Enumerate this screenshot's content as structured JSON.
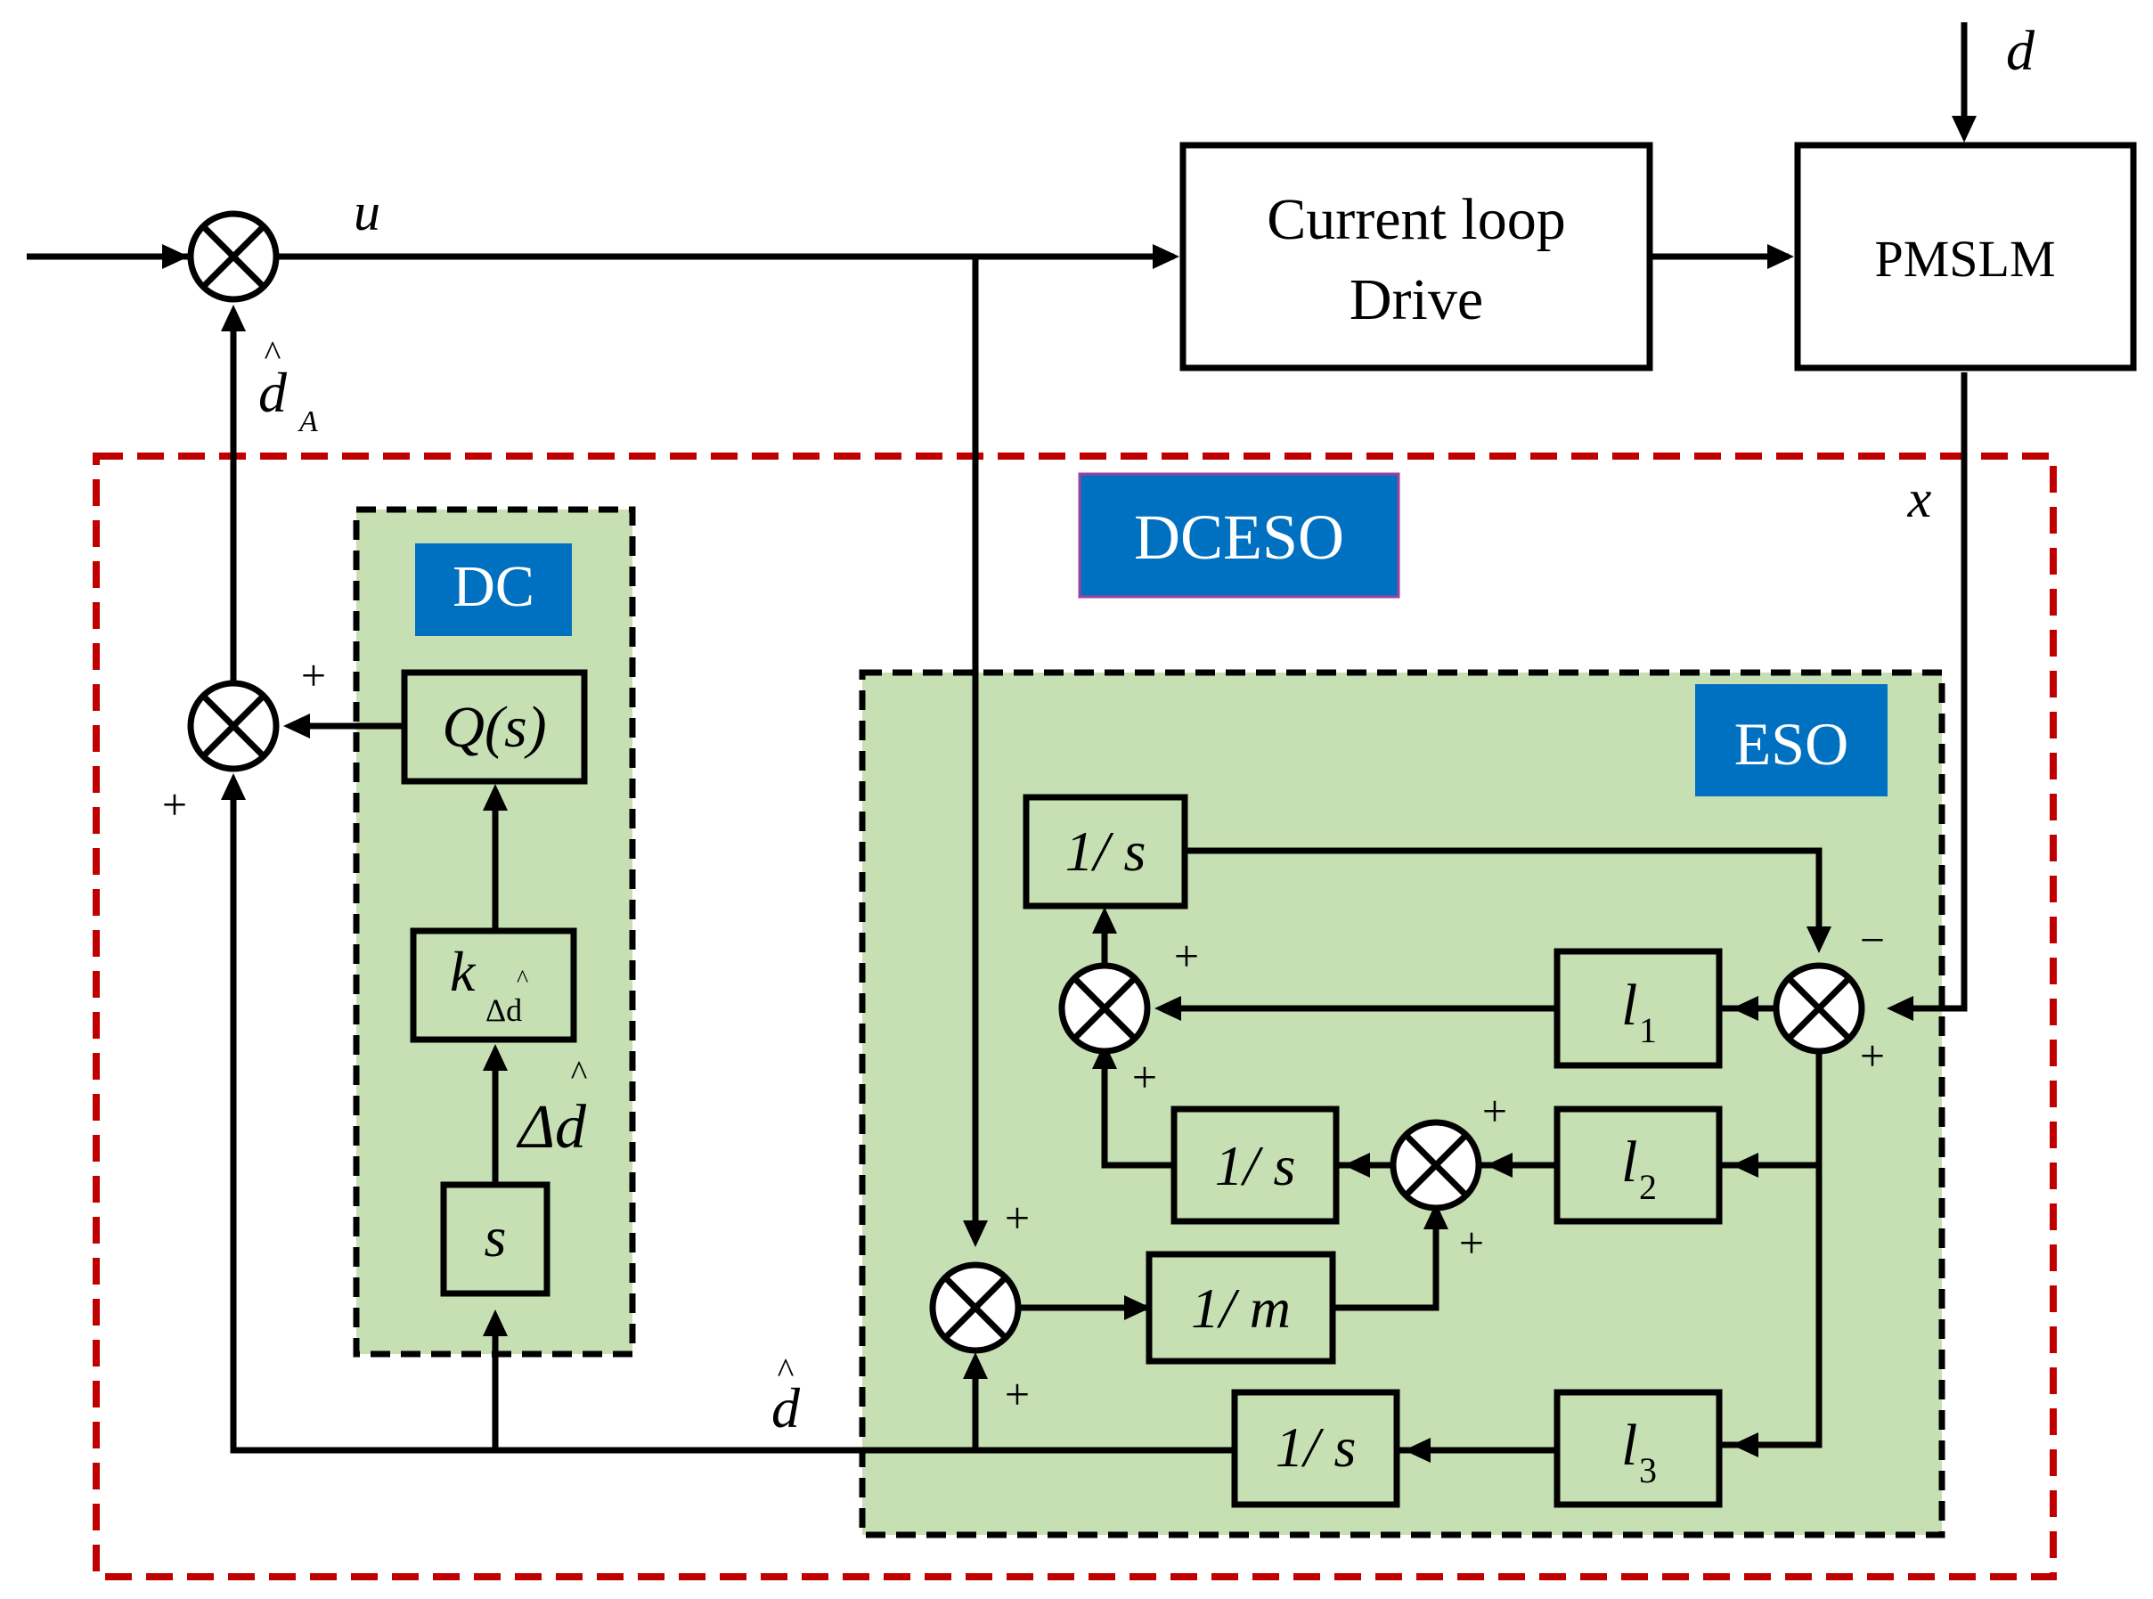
{
  "colors": {
    "green_fill": "#c6e0b4",
    "blue_badge": "#0070c0",
    "red_border": "#c00000",
    "line": "#000000"
  },
  "labels": {
    "u": "u",
    "d": "d",
    "x": "x",
    "d_hat": "d",
    "d_hat_A": "d",
    "d_hat_A_sub": "A",
    "delta_d_hat": "Δd"
  },
  "blocks": {
    "current_loop_line1": "Current loop",
    "current_loop_line2": "Drive",
    "pmslm": "PMSLM",
    "dceso": "DCESO",
    "dc": "DC",
    "eso": "ESO",
    "q_of_s": "Q(s)",
    "k_gain": "k",
    "k_gain_sub": "Δd",
    "s": "s",
    "one_over_s": "1/ s",
    "one_over_m": "1/ m",
    "l1": "l",
    "l1_sub": "1",
    "l2": "l",
    "l2_sub": "2",
    "l3": "l",
    "l3_sub": "3"
  },
  "signs": {
    "plus": "+",
    "minus": "−"
  }
}
